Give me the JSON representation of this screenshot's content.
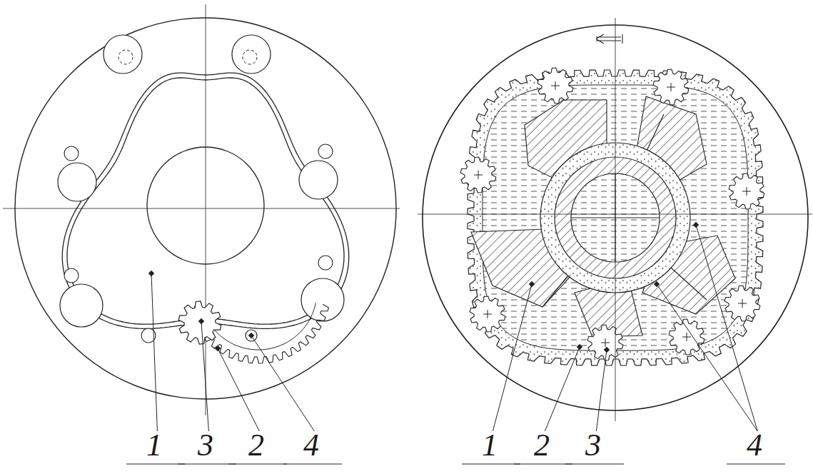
{
  "diagram": {
    "labels": [
      "1",
      "3",
      "2",
      "4",
      "1",
      "2",
      "3",
      "4"
    ]
  }
}
